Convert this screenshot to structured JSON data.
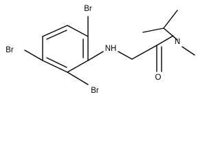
{
  "molecule": {
    "atoms": {
      "br_top": "Br",
      "br_left": "Br",
      "br_bottom": "Br",
      "nh": "NH",
      "n_amide": "N",
      "o_carbonyl": "O"
    }
  }
}
